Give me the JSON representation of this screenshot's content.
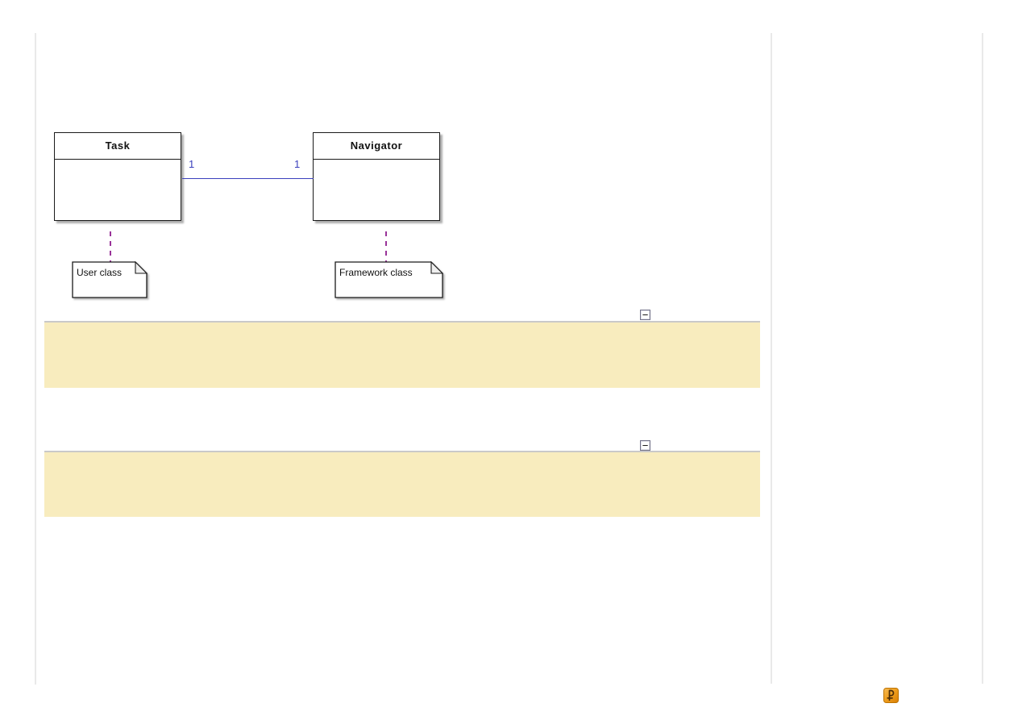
{
  "diagram": {
    "classes": [
      {
        "name": "Task"
      },
      {
        "name": "Navigator"
      }
    ],
    "association": {
      "source": "Task",
      "target": "Navigator",
      "source_multiplicity": "1",
      "target_multiplicity": "1"
    },
    "notes": [
      {
        "text": "User class"
      },
      {
        "text": "Framework class"
      }
    ]
  },
  "sections": [
    {
      "toggle_glyph": "−"
    },
    {
      "toggle_glyph": "−"
    }
  ],
  "footer": {
    "logo_icon": "poseidon-logo"
  },
  "colors": {
    "association_line": "#3a3fbd",
    "multiplicity_text": "#3a3fbd",
    "note_connector": "#993399",
    "section_fill": "#f8ecbe",
    "section_top_border": "#c9c9c9",
    "guide_line": "#e9e9e9",
    "class_border": "#1a1a1a",
    "logo_orange": "#ee9d1d"
  }
}
